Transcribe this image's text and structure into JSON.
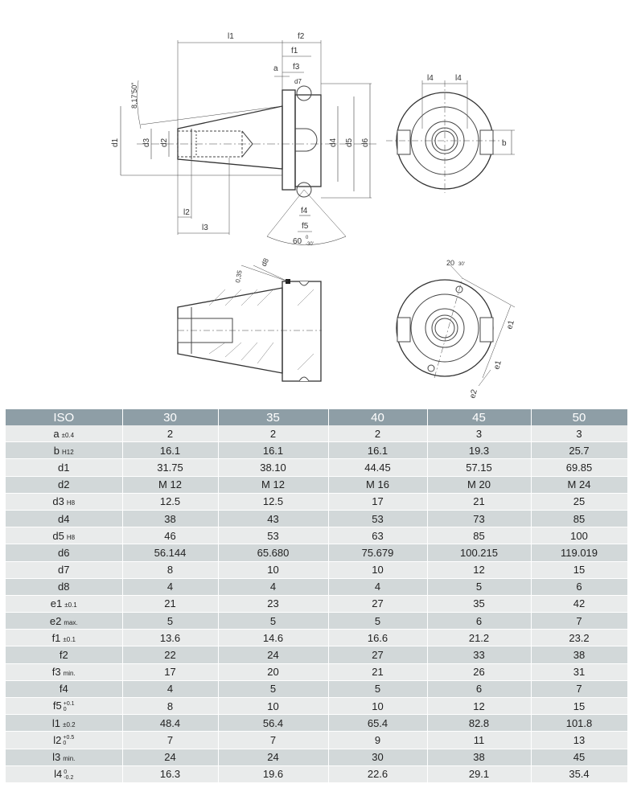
{
  "drawing_labels": {
    "l1": "l1",
    "f2": "f2",
    "f1": "f1",
    "a": "a",
    "f3": "f3",
    "d7": "d7",
    "angle": "8,17'50\"",
    "d1": "d1",
    "d3": "d3",
    "d2": "d2",
    "d4": "d4",
    "d5": "d5",
    "d6": "d6",
    "l2": "l2",
    "l3": "l3",
    "f4": "f4",
    "f5": "f5",
    "sixty": "60",
    "sixty_tol_top": "0",
    "sixty_tol_bot": "-30'",
    "l4a": "l4",
    "l4b": "l4",
    "b": "b",
    "d8": "d8",
    "chamfer": "0,35",
    "twenty": "20",
    "twenty_tol": "30'",
    "e1a": "e1",
    "e1b": "e1",
    "e2": "e2"
  },
  "table": {
    "headers": [
      "ISO",
      "30",
      "35",
      "40",
      "45",
      "50"
    ],
    "rows": [
      {
        "name": "a",
        "tol": "±0.4",
        "values": [
          "2",
          "2",
          "2",
          "3",
          "3"
        ]
      },
      {
        "name": "b",
        "tol": "H12",
        "values": [
          "16.1",
          "16.1",
          "16.1",
          "19.3",
          "25.7"
        ]
      },
      {
        "name": "d1",
        "tol": "",
        "values": [
          "31.75",
          "38.10",
          "44.45",
          "57.15",
          "69.85"
        ]
      },
      {
        "name": "d2",
        "tol": "",
        "values": [
          "M 12",
          "M 12",
          "M 16",
          "M 20",
          "M 24"
        ]
      },
      {
        "name": "d3",
        "tol": "H8",
        "values": [
          "12.5",
          "12.5",
          "17",
          "21",
          "25"
        ]
      },
      {
        "name": "d4",
        "tol": "",
        "values": [
          "38",
          "43",
          "53",
          "73",
          "85"
        ]
      },
      {
        "name": "d5",
        "tol": "H8",
        "values": [
          "46",
          "53",
          "63",
          "85",
          "100"
        ]
      },
      {
        "name": "d6",
        "tol": "",
        "values": [
          "56.144",
          "65.680",
          "75.679",
          "100.215",
          "119.019"
        ]
      },
      {
        "name": "d7",
        "tol": "",
        "values": [
          "8",
          "10",
          "10",
          "12",
          "15"
        ]
      },
      {
        "name": "d8",
        "tol": "",
        "values": [
          "4",
          "4",
          "4",
          "5",
          "6"
        ]
      },
      {
        "name": "e1",
        "tol": "±0.1",
        "values": [
          "21",
          "23",
          "27",
          "35",
          "42"
        ]
      },
      {
        "name": "e2",
        "tol": "max.",
        "values": [
          "5",
          "5",
          "5",
          "6",
          "7"
        ]
      },
      {
        "name": "f1",
        "tol": "±0.1",
        "values": [
          "13.6",
          "14.6",
          "16.6",
          "21.2",
          "23.2"
        ]
      },
      {
        "name": "f2",
        "tol": "",
        "values": [
          "22",
          "24",
          "27",
          "33",
          "38"
        ]
      },
      {
        "name": "f3",
        "tol": "min.",
        "values": [
          "17",
          "20",
          "21",
          "26",
          "31"
        ]
      },
      {
        "name": "f4",
        "tol": "",
        "values": [
          "4",
          "5",
          "5",
          "6",
          "7"
        ]
      },
      {
        "name": "f5",
        "tol_top": "+0.1",
        "tol_bot": "0",
        "values": [
          "8",
          "10",
          "10",
          "12",
          "15"
        ]
      },
      {
        "name": "l1",
        "tol": "±0.2",
        "values": [
          "48.4",
          "56.4",
          "65.4",
          "82.8",
          "101.8"
        ]
      },
      {
        "name": "l2",
        "tol_top": "+0.5",
        "tol_bot": "0",
        "values": [
          "7",
          "7",
          "9",
          "11",
          "13"
        ]
      },
      {
        "name": "l3",
        "tol": "min.",
        "values": [
          "24",
          "24",
          "30",
          "38",
          "45"
        ]
      },
      {
        "name": "l4",
        "tol_top": "0",
        "tol_bot": "-0.2",
        "values": [
          "16.3",
          "19.6",
          "22.6",
          "29.1",
          "35.4"
        ]
      }
    ]
  }
}
